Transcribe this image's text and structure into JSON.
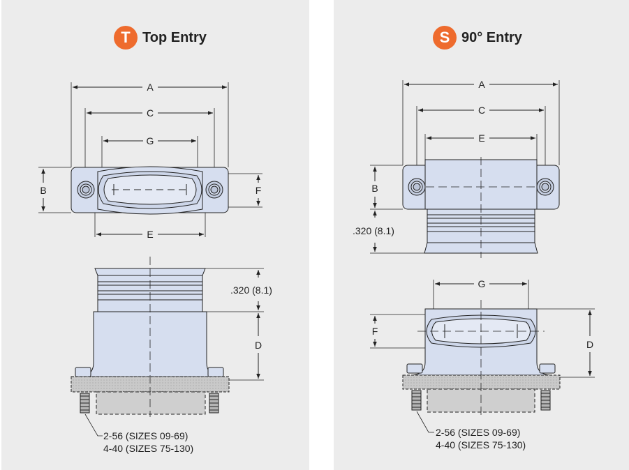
{
  "left_panel": {
    "badge": "T",
    "title": "Top Entry",
    "dims": {
      "a": "A",
      "c": "C",
      "g": "G",
      "e": "E",
      "b": "B",
      "f": "F",
      "d": "D",
      "height": ".320 (8.1)"
    },
    "note_line1": "2-56 (SIZES 09-69)",
    "note_line2": "4-40 (SIZES 75-130)"
  },
  "right_panel": {
    "badge": "S",
    "title": "90° Entry",
    "dims": {
      "a": "A",
      "c": "C",
      "e": "E",
      "b": "B",
      "height": ".320 (8.1)",
      "g": "G",
      "f": "F",
      "d": "D"
    },
    "note_line1": "2-56 (SIZES 09-69)",
    "note_line2": "4-40 (SIZES 75-130)"
  },
  "colors": {
    "badge": "#ee6b2d",
    "part_fill": "#d6deef",
    "panel_bg": "#ececec",
    "line": "#222222"
  }
}
